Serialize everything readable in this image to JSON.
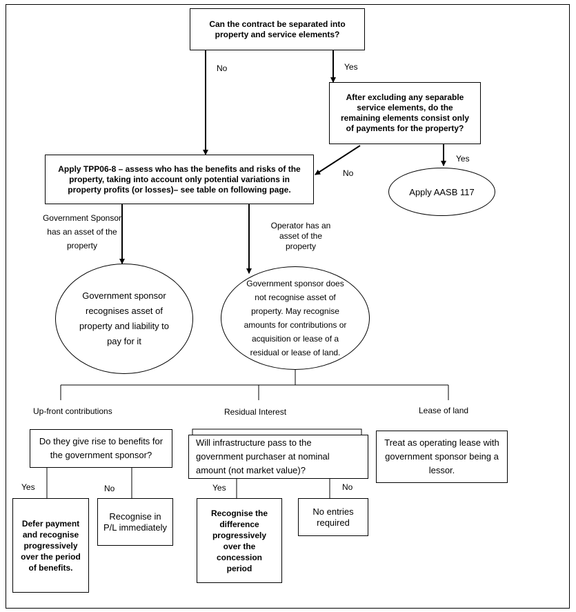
{
  "nodes": {
    "q1": "Can the contract be separated into property and service elements?",
    "q2": "After excluding any separable service elements, do the remaining elements consist only of payments for the property?",
    "apply_aasb": "Apply AASB 117",
    "apply_tpp": "Apply TPP06-8 – assess who has the benefits and risks of the property, taking into account only potential variations in property profits (or losses)– see table on following page.",
    "gov_recognises": "Government  sponsor recognises asset of property and liability to pay for it",
    "gov_not_recognise": "Government  sponsor does not recognise asset of property.  May recognise amounts for contributions or acquisition or lease of  a residual or lease of land.",
    "q_benefits": "Do they give rise to benefits for the government sponsor?",
    "q_infrastructure": "Will infrastructure pass to the government purchaser at  nominal amount (not market value)?",
    "operating_lease": "Treat as operating lease with government sponsor being a lessor.",
    "defer_payment": "Defer payment and recognise progressively over the period of benefits.",
    "recognise_pl": "Recognise in P/L immediately",
    "recognise_difference": "Recognise the difference progressively over the concession period",
    "no_entries": "No entries required"
  },
  "labels": {
    "no_1": "No",
    "yes_1": "Yes",
    "yes_2": "Yes",
    "no_2": "No",
    "gov_asset": "Government Sponsor has an asset of the property",
    "op_asset": "Operator has an asset of the property",
    "upfront": "Up-front contributions",
    "residual": "Residual Interest",
    "lease_land": "Lease of land",
    "yes_3": "Yes",
    "no_3": "No",
    "yes_4": "Yes",
    "no_4": "No"
  }
}
